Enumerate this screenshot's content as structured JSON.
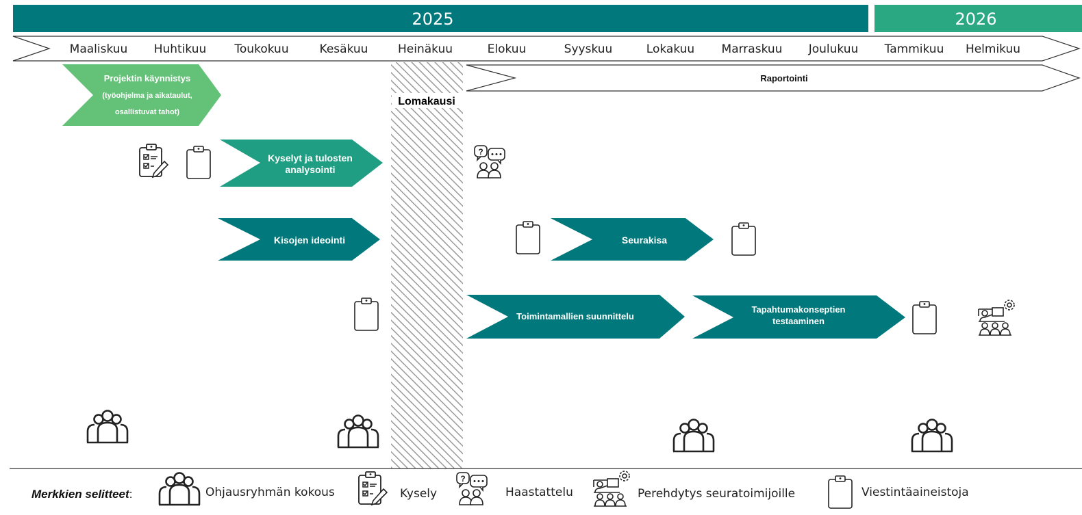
{
  "colors": {
    "teal_dark": "#00787c",
    "teal_mid": "#1f9e83",
    "green_light": "#64c178",
    "year_2026": "#2aa882",
    "outline": "#222222",
    "holiday_hatch": "#9a9a9a"
  },
  "years": [
    "2025",
    "2026"
  ],
  "months": [
    "Maaliskuu",
    "Huhtikuu",
    "Toukokuu",
    "Kesäkuu",
    "Heinäkuu",
    "Elokuu",
    "Syyskuu",
    "Lokakuu",
    "Marraskuu",
    "Joulukuu",
    "Tammikuu",
    "Helmikuu"
  ],
  "holiday_label": "Lomakausi",
  "phases": {
    "launch": [
      "Projektin käynnistys",
      "(työohjelma ja aikataulut,",
      "osallistuvat tahot)"
    ],
    "surveys": [
      "Kyselyt ja tulosten",
      "analysointi"
    ],
    "ideation": [
      "Kisojen ideointi"
    ],
    "club_contest": [
      "Seurakisa"
    ],
    "planning": [
      "Toimintamallien suunnittelu"
    ],
    "testing": [
      "Tapahtumakonseptien",
      "testaaminen"
    ],
    "reporting": [
      "Raportointi"
    ]
  },
  "legend": {
    "title": "Merkkien selitteet",
    "colon": ":",
    "steering_meeting": "Ohjausryhmän kokous",
    "survey": "Kysely",
    "interview": "Haastattelu",
    "orientation": "Perehdytys seuratoimijoille",
    "materials": "Viestintäaineistoja"
  },
  "icons": {
    "group": "group-icon",
    "survey": "survey-clipboard-icon",
    "clipboard": "clipboard-icon",
    "interview": "interview-icon",
    "orientation": "orientation-icon"
  }
}
